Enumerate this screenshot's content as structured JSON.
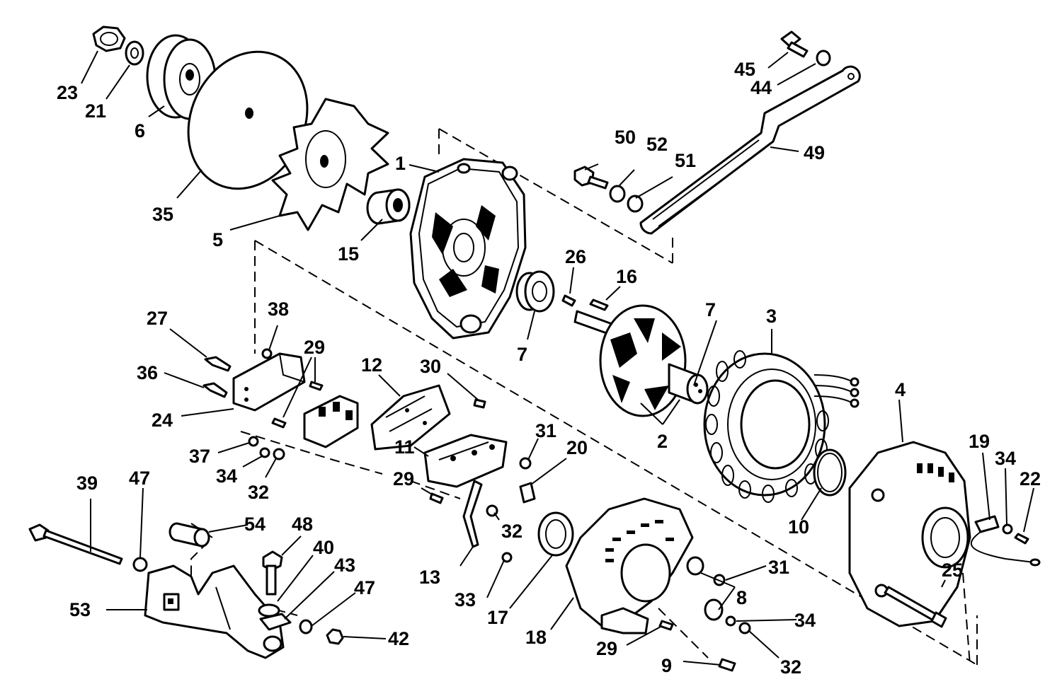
{
  "diagram": {
    "callouts": [
      {
        "id": "c23",
        "text": "23"
      },
      {
        "id": "c21",
        "text": "21"
      },
      {
        "id": "c6",
        "text": "6"
      },
      {
        "id": "c35",
        "text": "35"
      },
      {
        "id": "c5",
        "text": "5"
      },
      {
        "id": "c15",
        "text": "15"
      },
      {
        "id": "c1",
        "text": "1"
      },
      {
        "id": "c45",
        "text": "45"
      },
      {
        "id": "c44",
        "text": "44"
      },
      {
        "id": "c49",
        "text": "49"
      },
      {
        "id": "c50",
        "text": "50"
      },
      {
        "id": "c52",
        "text": "52"
      },
      {
        "id": "c51",
        "text": "51"
      },
      {
        "id": "c26",
        "text": "26"
      },
      {
        "id": "c16",
        "text": "16"
      },
      {
        "id": "c7a",
        "text": "7"
      },
      {
        "id": "c7b",
        "text": "7"
      },
      {
        "id": "c3",
        "text": "3"
      },
      {
        "id": "c27",
        "text": "27"
      },
      {
        "id": "c38",
        "text": "38"
      },
      {
        "id": "c29a",
        "text": "29"
      },
      {
        "id": "c12",
        "text": "12"
      },
      {
        "id": "c30",
        "text": "30"
      },
      {
        "id": "c36",
        "text": "36"
      },
      {
        "id": "c24",
        "text": "24"
      },
      {
        "id": "c2",
        "text": "2"
      },
      {
        "id": "c4",
        "text": "4"
      },
      {
        "id": "c31a",
        "text": "31"
      },
      {
        "id": "c11",
        "text": "11"
      },
      {
        "id": "c20",
        "text": "20"
      },
      {
        "id": "c37",
        "text": "37"
      },
      {
        "id": "c34a",
        "text": "34"
      },
      {
        "id": "c32a",
        "text": "32"
      },
      {
        "id": "c19",
        "text": "19"
      },
      {
        "id": "c34b",
        "text": "34"
      },
      {
        "id": "c22",
        "text": "22"
      },
      {
        "id": "c39",
        "text": "39"
      },
      {
        "id": "c47a",
        "text": "47"
      },
      {
        "id": "c29b",
        "text": "29"
      },
      {
        "id": "c54",
        "text": "54"
      },
      {
        "id": "c48",
        "text": "48"
      },
      {
        "id": "c32b",
        "text": "32"
      },
      {
        "id": "c10",
        "text": "10"
      },
      {
        "id": "c40",
        "text": "40"
      },
      {
        "id": "c43",
        "text": "43"
      },
      {
        "id": "c31b",
        "text": "31"
      },
      {
        "id": "c25",
        "text": "25"
      },
      {
        "id": "c13",
        "text": "13"
      },
      {
        "id": "c47b",
        "text": "47"
      },
      {
        "id": "c8",
        "text": "8"
      },
      {
        "id": "c53",
        "text": "53"
      },
      {
        "id": "c33",
        "text": "33"
      },
      {
        "id": "c17",
        "text": "17"
      },
      {
        "id": "c34c",
        "text": "34"
      },
      {
        "id": "c18",
        "text": "18"
      },
      {
        "id": "c42",
        "text": "42"
      },
      {
        "id": "c29c",
        "text": "29"
      },
      {
        "id": "c9",
        "text": "9"
      },
      {
        "id": "c32c",
        "text": "32"
      }
    ]
  }
}
